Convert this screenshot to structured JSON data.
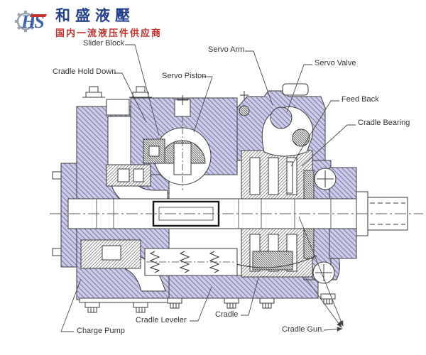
{
  "logo": {
    "monogram": "HS",
    "company_name": "和盛液壓",
    "tagline": "国内一流液压件供应商",
    "colors": {
      "gear_gray": "#99a1ab",
      "monogram_blue": "#3c64a8",
      "accent_red": "#c23531",
      "company_navy": "#23418c",
      "tagline_red": "#c2302d"
    }
  },
  "diagram": {
    "kind": "hydraulic-pump-cross-section",
    "colors": {
      "housing_fill": "#cdcdeb",
      "housing_hatch": "#8383ad",
      "line": "#3b3b3b"
    },
    "labels": [
      {
        "id": "slider-block",
        "text": "Slider Block"
      },
      {
        "id": "cradle-hold-down",
        "text": "Cradle Hold Down"
      },
      {
        "id": "servo-piston",
        "text": "Servo Piston"
      },
      {
        "id": "servo-arm",
        "text": "Servo Arm"
      },
      {
        "id": "servo-valve",
        "text": "Servo Valve"
      },
      {
        "id": "feed-back",
        "text": "Feed Back"
      },
      {
        "id": "cradle-bearing",
        "text": "Cradle Bearing"
      },
      {
        "id": "charge-pump",
        "text": "Charge Pump"
      },
      {
        "id": "cradle-leveler",
        "text": "Cradle Leveler"
      },
      {
        "id": "cradle",
        "text": "Cradle"
      },
      {
        "id": "cradle-gun",
        "text": "Cradle Gun."
      }
    ]
  }
}
